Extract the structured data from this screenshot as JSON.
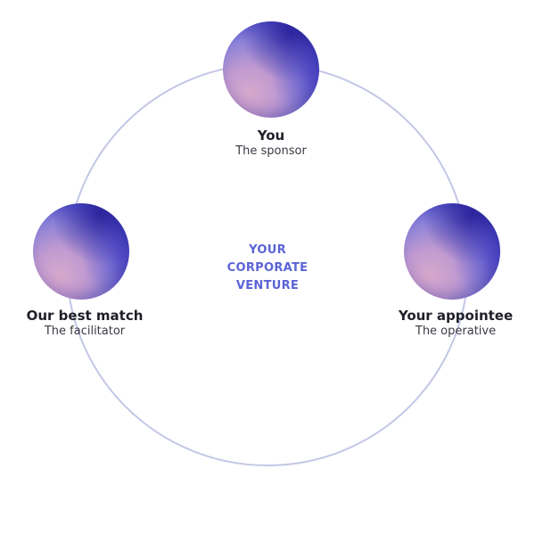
{
  "center": {
    "line1": "YOUR",
    "line2": "CORPORATE",
    "line3": "VENTURE"
  },
  "nodes": {
    "top": {
      "title": "You",
      "subtitle": "The sponsor"
    },
    "left": {
      "title": "Our best match",
      "subtitle": "The facilitator"
    },
    "right": {
      "title": "Your appointee",
      "subtitle": "The operative"
    }
  },
  "colors": {
    "ring": "#c3c7e6",
    "accent_text": "#5b63d6",
    "sphere_dark": "#2f30b4",
    "sphere_light": "#d6a8cc"
  }
}
